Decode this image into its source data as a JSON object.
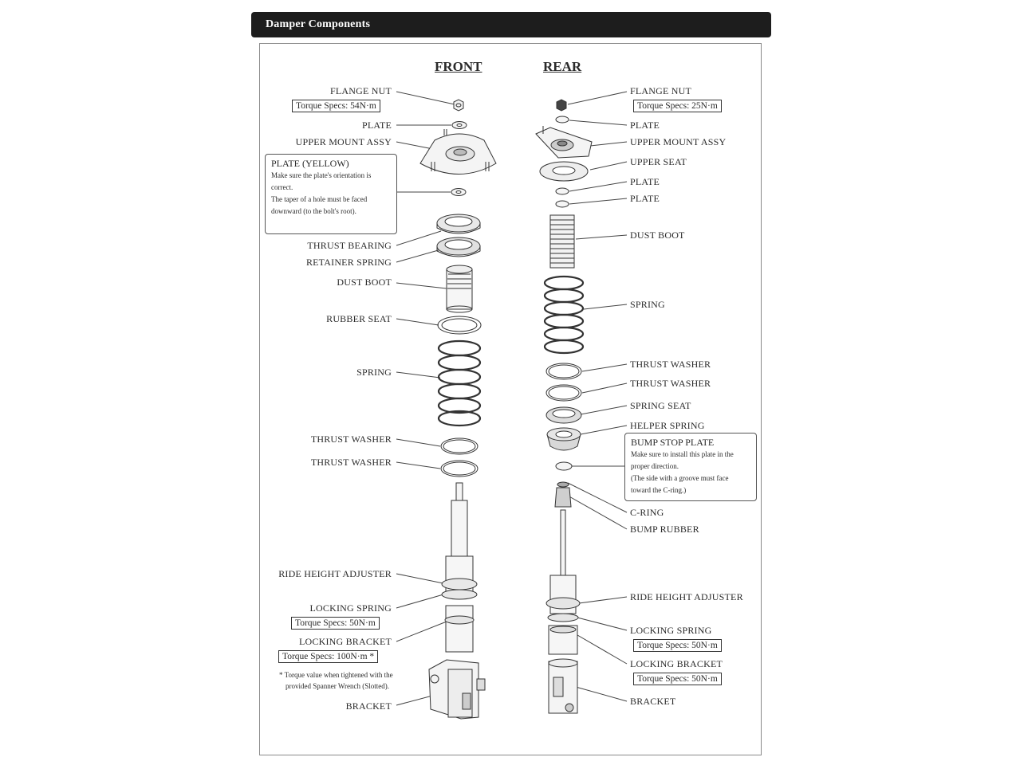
{
  "header": {
    "title": "Damper Components"
  },
  "columns": {
    "front": "FRONT",
    "rear": "REAR"
  },
  "front": {
    "flange_nut": "FLANGE NUT",
    "flange_nut_torque": "Torque Specs: 54N·m",
    "plate": "PLATE",
    "upper_mount": "UPPER MOUNT ASSY",
    "plate_yellow_note": {
      "title": "PLATE (YELLOW)",
      "line1": "Make sure the plate's orientation is",
      "line2": "correct.",
      "line3": "The taper of a hole must be faced",
      "line4": "downward (to the bolt's root)."
    },
    "thrust_bearing": "THRUST BEARING",
    "retainer_spring": "RETAINER SPRING",
    "dust_boot": "DUST BOOT",
    "rubber_seat": "RUBBER SEAT",
    "spring": "SPRING",
    "thrust_washer_1": "THRUST WASHER",
    "thrust_washer_2": "THRUST WASHER",
    "ride_height_adjuster": "RIDE HEIGHT ADJUSTER",
    "locking_spring": "LOCKING SPRING",
    "locking_spring_torque": "Torque Specs: 50N·m",
    "locking_bracket": "LOCKING BRACKET",
    "locking_bracket_torque": "Torque Specs: 100N·m *",
    "footnote_1": "* Torque value when tightened with the",
    "footnote_2": "provided Spanner Wrench (Slotted).",
    "bracket": "BRACKET"
  },
  "rear": {
    "flange_nut": "FLANGE NUT",
    "flange_nut_torque": "Torque Specs: 25N·m",
    "plate_1": "PLATE",
    "upper_mount": "UPPER MOUNT ASSY",
    "upper_seat": "UPPER SEAT",
    "plate_2": "PLATE",
    "plate_3": "PLATE",
    "dust_boot": "DUST BOOT",
    "spring": "SPRING",
    "thrust_washer_1": "THRUST WASHER",
    "thrust_washer_2": "THRUST WASHER",
    "spring_seat": "SPRING SEAT",
    "helper_spring": "HELPER SPRING",
    "bump_stop_note": {
      "title": "BUMP STOP PLATE",
      "line1": "Make sure to install this plate in the",
      "line2": "proper direction.",
      "line3": "(The side with a groove must face",
      "line4": "toward the C-ring.)"
    },
    "c_ring": "C-RING",
    "bump_rubber": "BUMP RUBBER",
    "ride_height_adjuster": "RIDE HEIGHT ADJUSTER",
    "locking_spring": "LOCKING SPRING",
    "locking_spring_torque": "Torque Specs: 50N·m",
    "locking_bracket": "LOCKING BRACKET",
    "locking_bracket_torque": "Torque Specs: 50N·m",
    "bracket": "BRACKET"
  }
}
